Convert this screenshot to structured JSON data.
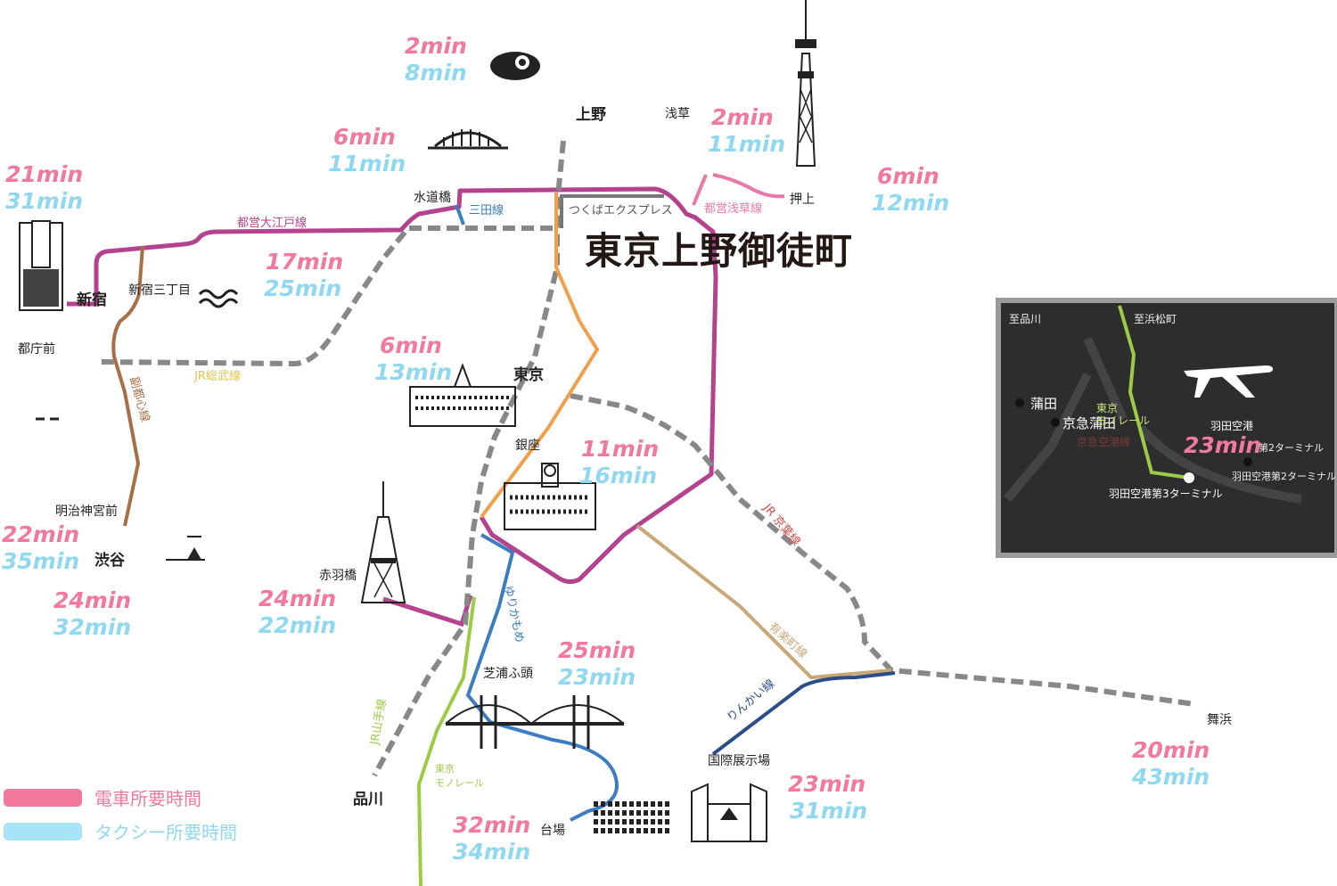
{
  "title": "東京上野御徒町",
  "colors": {
    "train_time": "#f2789e",
    "taxi_time": "#8fd8f2",
    "oedo": "#b5428e",
    "asakusa": "#e878a8",
    "mita": "#3a7dc2",
    "yurikamome": "#3a7dc2",
    "fukutoshin": "#a86e46",
    "ginza": "#f0a148",
    "jr": "#777777",
    "monorail": "#9acc46",
    "yurakucho": "#c9a777",
    "rinkai": "#2b4d8a",
    "tx": "#777777"
  },
  "lines": {
    "oedo": "都営大江戸線",
    "mita": "三田線",
    "tx": "つくばエクスプレス",
    "asakusa": "都営浅草線",
    "sobu": "JR総武線",
    "fukutoshin": "副都心線",
    "keiyo": "JR 京葉線",
    "yurikamome": "ゆりかもめ",
    "yamanote": "JR山手線",
    "monorail": "東京\nモノレール",
    "monorail_a": "東京",
    "monorail_b": "モノレール",
    "yurakucho": "有楽町線",
    "rinkai": "りんかい線"
  },
  "stations": {
    "ueno": "上野",
    "asakusa": "浅草",
    "oshiage": "押上",
    "suidobashi": "水道橋",
    "shinjuku": "新宿",
    "shinjuku3": "新宿三丁目",
    "tochomae": "都庁前",
    "tokyo": "東京",
    "ginza": "銀座",
    "meiji": "明治神宮前",
    "shibuya": "渋谷",
    "akabanebashi": "赤羽橋",
    "shibaura": "芝浦ふ頭",
    "shinagawa": "品川",
    "daiba": "台場",
    "kokusai": "国際展示場",
    "maihama": "舞浜"
  },
  "times": [
    {
      "id": "zoo",
      "train": "2min",
      "taxi": "8min"
    },
    {
      "id": "skytree",
      "train": "2min",
      "taxi": "11min"
    },
    {
      "id": "dome",
      "train": "6min",
      "taxi": "11min"
    },
    {
      "id": "oshiage",
      "train": "6min",
      "taxi": "12min"
    },
    {
      "id": "shinjuku",
      "train": "21min",
      "taxi": "31min"
    },
    {
      "id": "shinjuku3",
      "train": "17min",
      "taxi": "25min"
    },
    {
      "id": "tokyo",
      "train": "6min",
      "taxi": "13min"
    },
    {
      "id": "ginza",
      "train": "11min",
      "taxi": "16min"
    },
    {
      "id": "meiji",
      "train": "22min",
      "taxi": "35min"
    },
    {
      "id": "shibuya",
      "train": "24min",
      "taxi": "32min"
    },
    {
      "id": "akabanebashi",
      "train": "24min",
      "taxi": "22min"
    },
    {
      "id": "shibaura",
      "train": "25min",
      "taxi": "23min"
    },
    {
      "id": "daiba",
      "train": "32min",
      "taxi": "34min"
    },
    {
      "id": "kokusai",
      "train": "23min",
      "taxi": "31min"
    },
    {
      "id": "maihama",
      "train": "20min",
      "taxi": "43min"
    }
  ],
  "legend": {
    "train": "電車所要時間",
    "taxi": "タクシー所要時間"
  },
  "inset": {
    "to_shinagawa": "至品川",
    "to_hamamatsucho": "至浜松町",
    "kamata": "蒲田",
    "keikyu_kamata": "京急蒲田",
    "monorail_a": "東京",
    "monorail_b": "モノレール",
    "haneda": "羽田空港",
    "time": "23min",
    "t2_a": "第2ターミナル",
    "t2_b": "羽田空港第2ターミナル",
    "t3": "羽田空港第3ターミナル",
    "keikyu_line": "京急空港線"
  },
  "icons": [
    "panda-icon",
    "skytree-icon",
    "dome-icon",
    "building-icon",
    "wave-icon",
    "station-icon",
    "clock-tower-icon",
    "tokyo-tower-icon",
    "bridge-icon",
    "airplane-icon",
    "cruise-ship-icon",
    "factory-icon",
    "expo-icon"
  ]
}
